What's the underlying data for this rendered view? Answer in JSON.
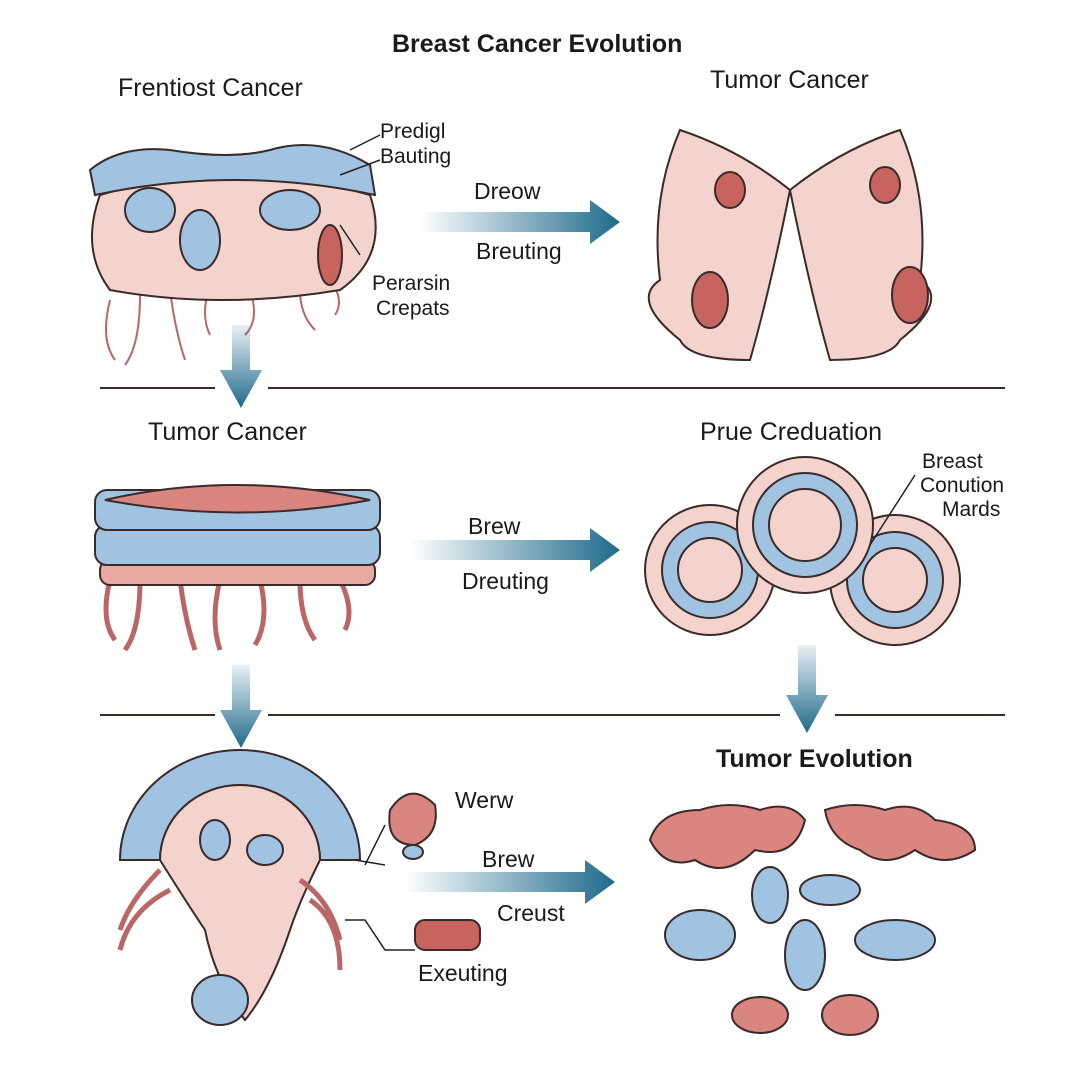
{
  "title": "Breast Cancer Evolution",
  "panels": [
    {
      "title": "Frentiost Cancer",
      "labels": [
        "Predigl",
        "Bauting",
        "Perarsin",
        "Crepats"
      ]
    },
    {
      "title": "Tumor Cancer"
    },
    {
      "title": "Tumor Cancer"
    },
    {
      "title": "Prue Creduation",
      "labels": [
        "Breast",
        "Conution",
        "Mards"
      ]
    },
    {
      "labels": [
        "Werw",
        "Exeuting"
      ]
    },
    {
      "title": "Tumor Evolution"
    }
  ],
  "arrows": [
    {
      "top": "Dreow",
      "bottom": "Breuting"
    },
    {
      "top": "Brew",
      "bottom": "Dreuting"
    },
    {
      "top": "Brew",
      "bottom": "Creust"
    }
  ],
  "colors": {
    "tissue_pink": "#f3d3cc",
    "blue": "#9fc3e0",
    "red": "#c8645f",
    "arrow": "#1f6a8c",
    "outline": "#3a2a2a"
  }
}
